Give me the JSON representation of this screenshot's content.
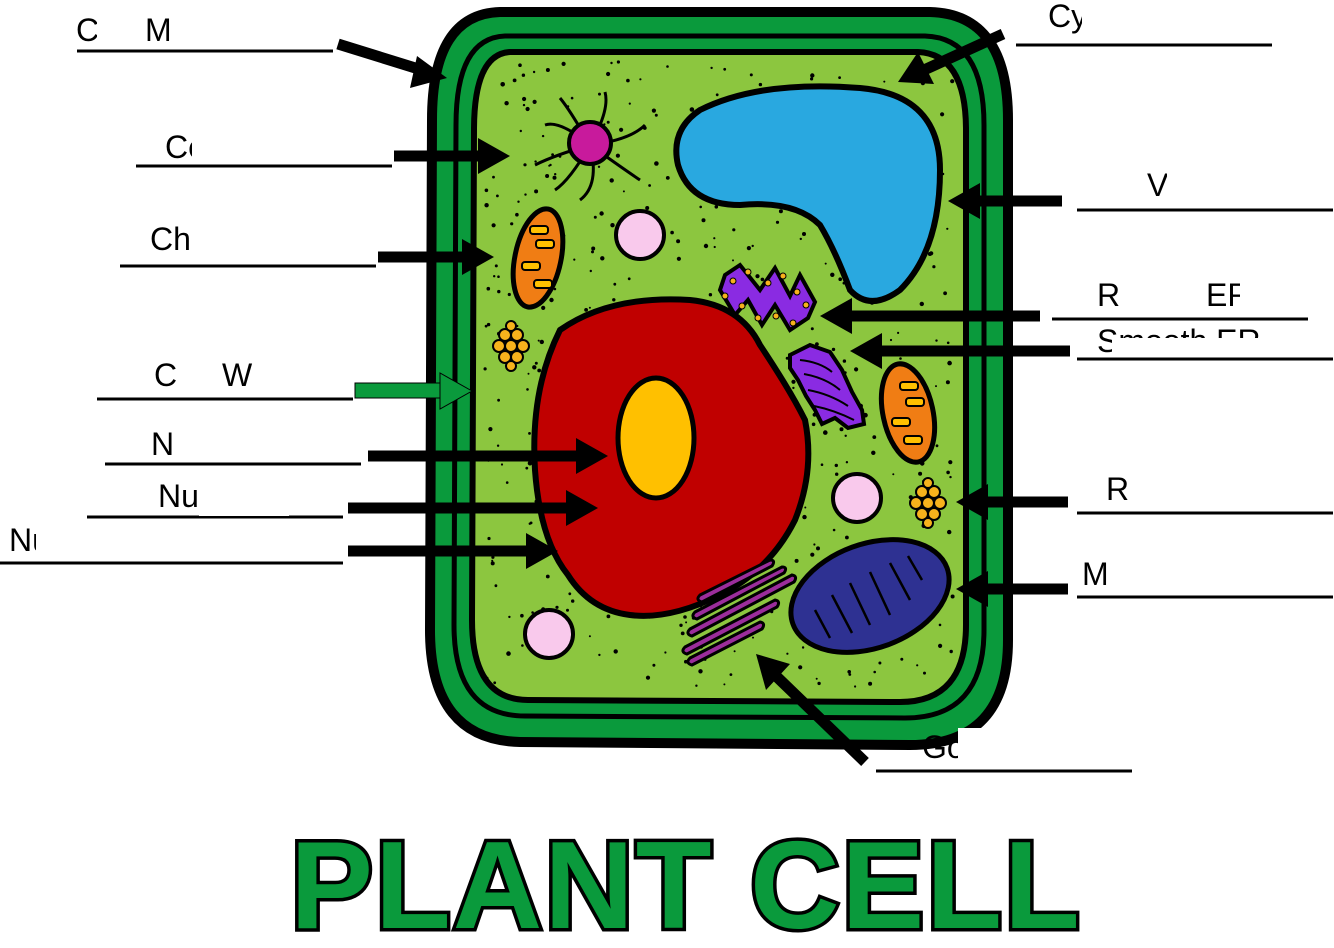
{
  "title": "PLANT CELL",
  "labels": {
    "cell_membrane": "C",
    "cell_membrane_b": "M",
    "centrosome": "Ce",
    "chloroplast": "Ch",
    "cell_wall_a": "C",
    "cell_wall_b": "W",
    "nucleolus": "Nu",
    "nucleus": "Nucleus",
    "nuclear_membrane": "Nu",
    "cytoplasm": "Cy",
    "vacuole": "V",
    "rough_er": "R",
    "rough_er_b": "ER",
    "smooth_er": "Smooth ER",
    "ribosome": "R",
    "mitochondria": "M",
    "golgi": "Go"
  },
  "colors": {
    "cell_wall": "#0a9a3c",
    "cytoplasm": "#8cc63f",
    "nucleus": "#c00000",
    "nucleolus": "#ffc000",
    "vacuole": "#29a8e0",
    "chloroplast": "#f07d14",
    "er": "#8a2be2",
    "mitochondrion": "#2e3192",
    "golgi": "#9b2d9b",
    "vesicle": "#f9c9ec",
    "centrosome": "#c81a9c",
    "ribosome": "#f7b21c"
  }
}
